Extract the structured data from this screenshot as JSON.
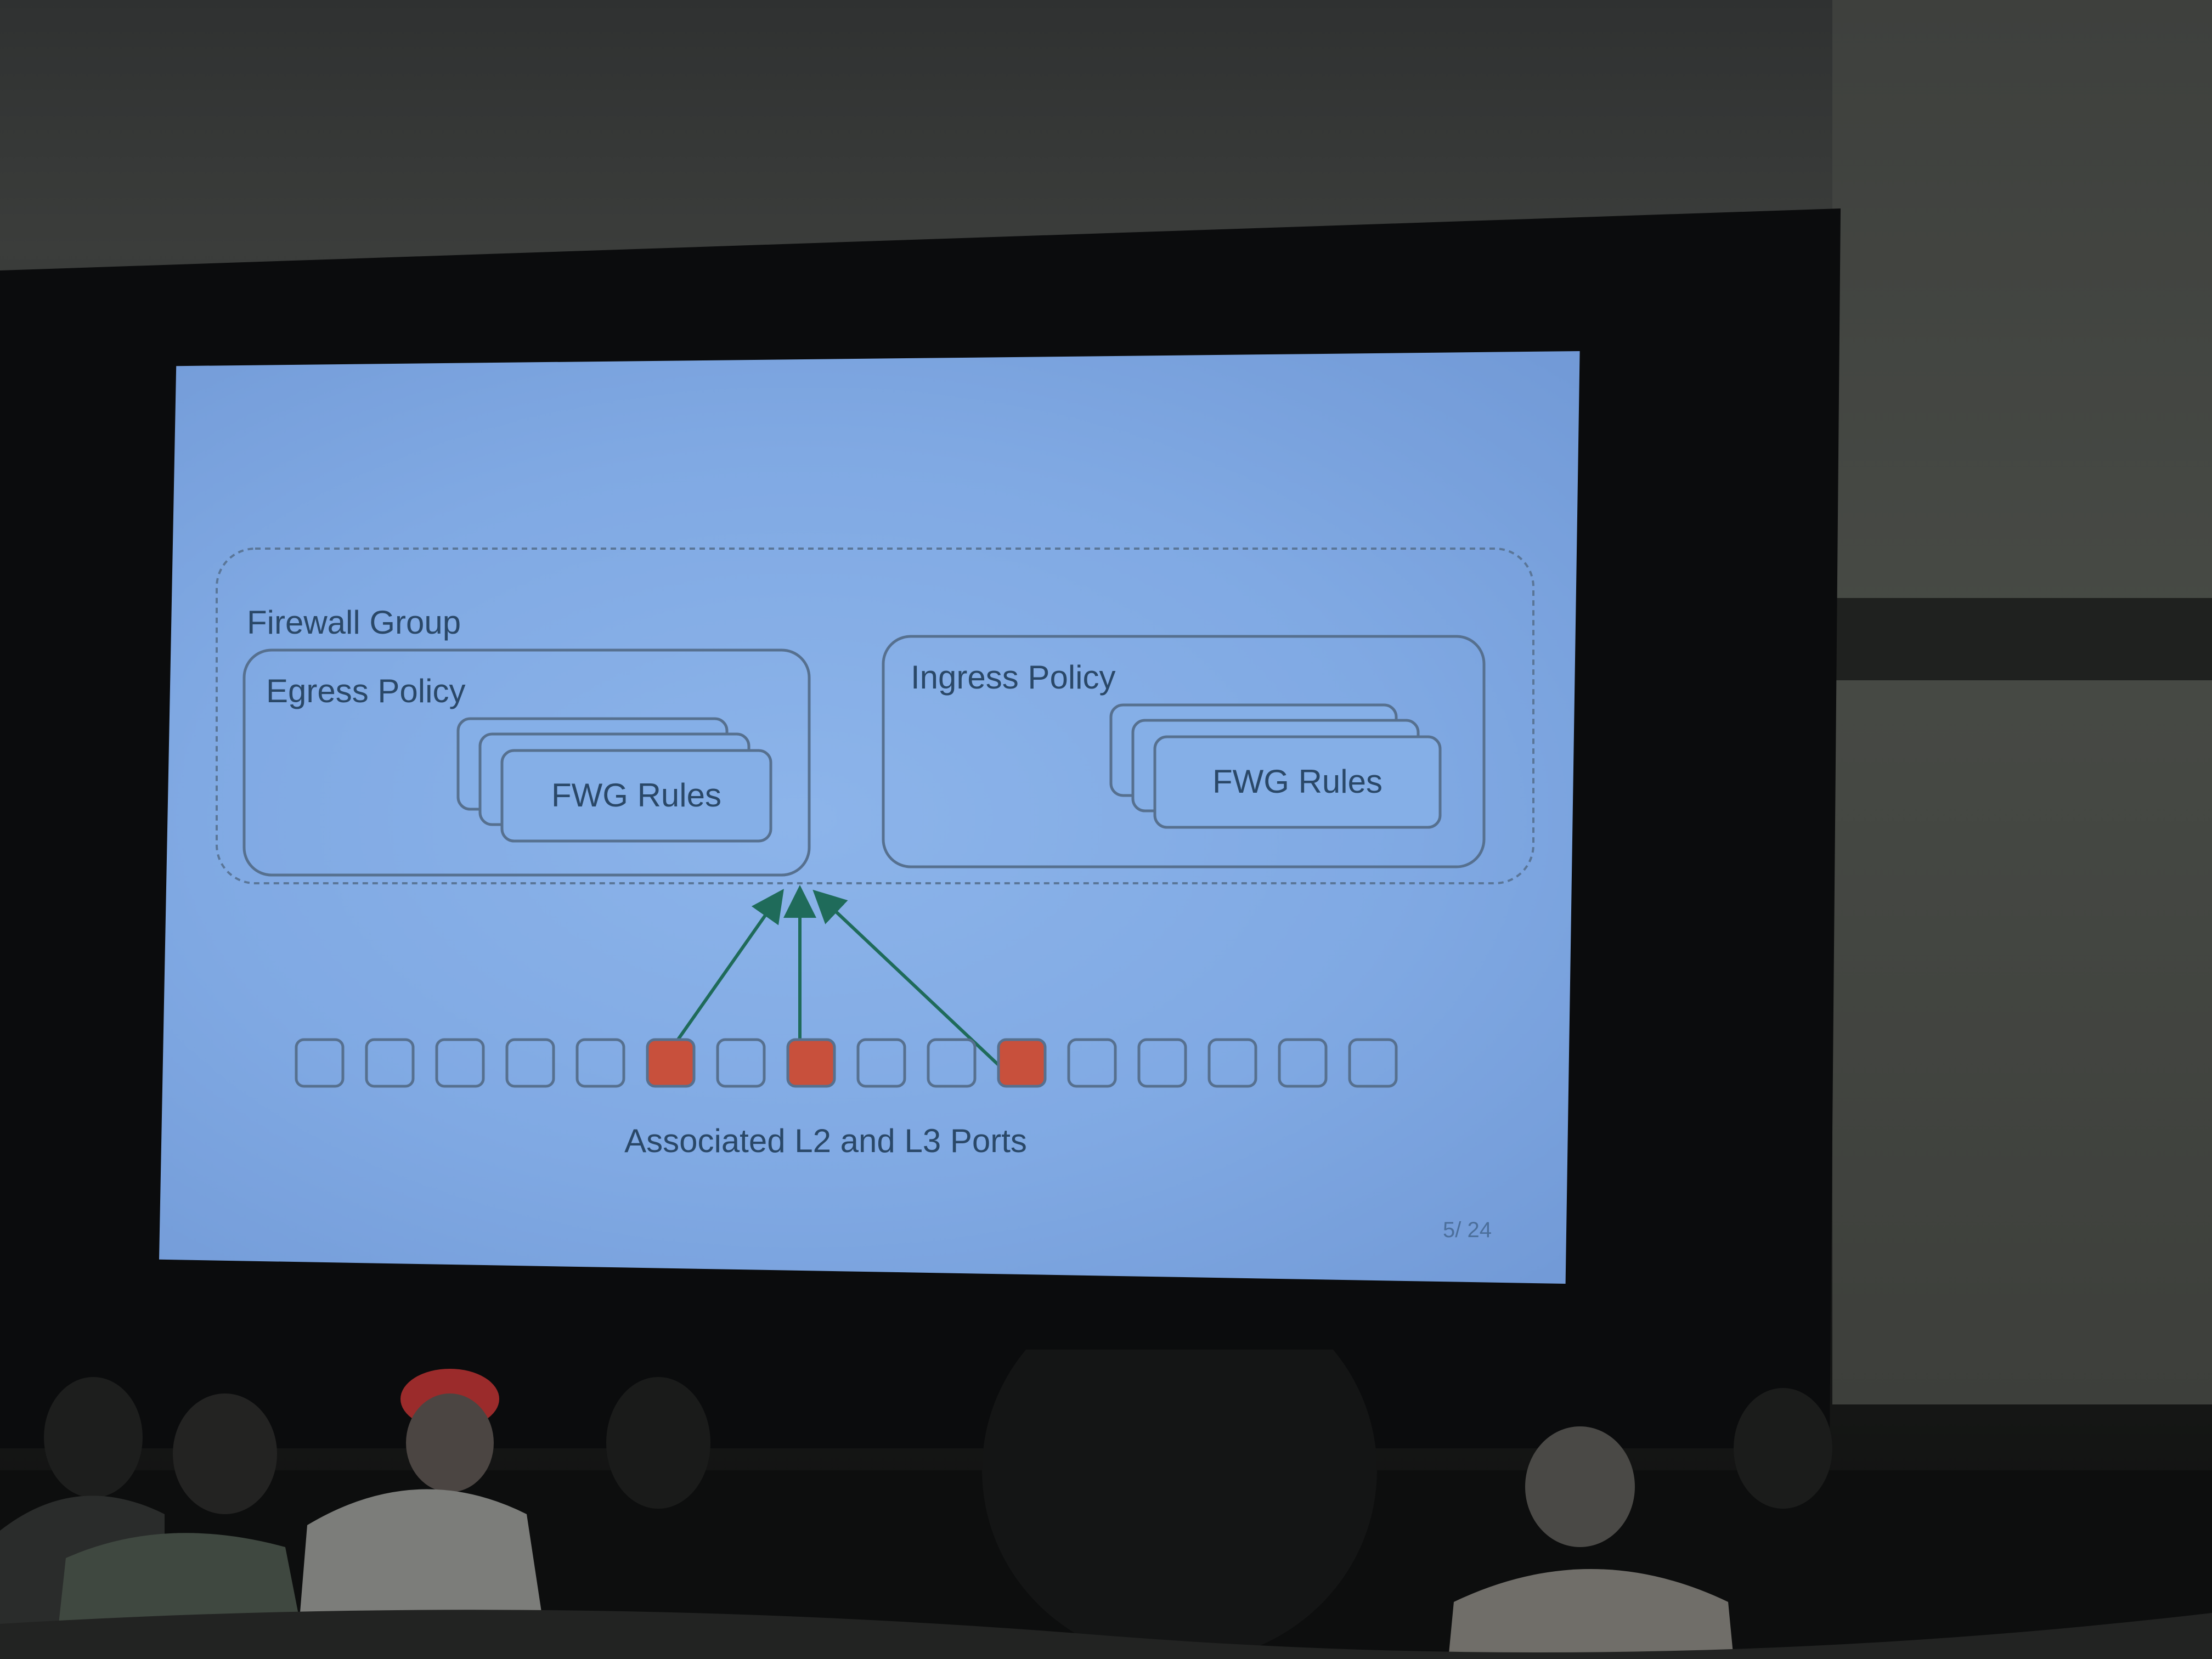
{
  "slide": {
    "group_label": "Firewall Group",
    "egress_label": "Egress Policy",
    "ingress_label": "Ingress Policy",
    "egress_rules_label": "FWG Rules",
    "ingress_rules_label": "FWG Rules",
    "ports_label": "Associated L2 and L3 Ports",
    "page_number": "5/ 24"
  },
  "ports": {
    "count": 16,
    "highlighted_indices": [
      5,
      7,
      10
    ]
  },
  "colors": {
    "slide_bg": "#85afe7",
    "outline": "#56708f",
    "port_highlight": "#c8503c",
    "arrow": "#1f6b5a"
  }
}
